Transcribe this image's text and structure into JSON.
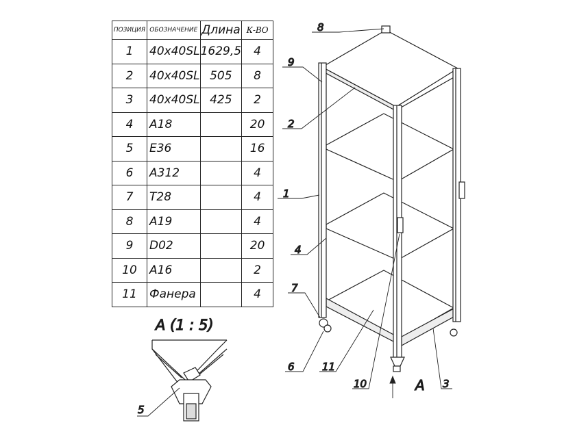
{
  "table": {
    "headers": [
      "ПОЗИЦИЯ",
      "ОБОЗНАЧЕНИЕ",
      "Длина",
      "К-ВО"
    ],
    "rows": [
      [
        "1",
        "40x40SL",
        "1629,5",
        "4"
      ],
      [
        "2",
        "40x40SL",
        "505",
        "8"
      ],
      [
        "3",
        "40x40SL",
        "425",
        "2"
      ],
      [
        "4",
        "A18",
        "",
        "20"
      ],
      [
        "5",
        "E36",
        "",
        "16"
      ],
      [
        "6",
        "A312",
        "",
        "4"
      ],
      [
        "7",
        "T28",
        "",
        "4"
      ],
      [
        "8",
        "A19",
        "",
        "4"
      ],
      [
        "9",
        "D02",
        "",
        "20"
      ],
      [
        "10",
        "A16",
        "",
        "2"
      ],
      [
        "11",
        "Фанера",
        "",
        "4"
      ]
    ]
  },
  "detail": {
    "title": "A (1 : 5)",
    "callout": "5"
  },
  "callouts": {
    "c8": "8",
    "c9": "9",
    "c2": "2",
    "c1": "1",
    "c4": "4",
    "c7": "7",
    "c6": "6",
    "c11": "11",
    "c10": "10",
    "view": "A",
    "c3": "3"
  }
}
